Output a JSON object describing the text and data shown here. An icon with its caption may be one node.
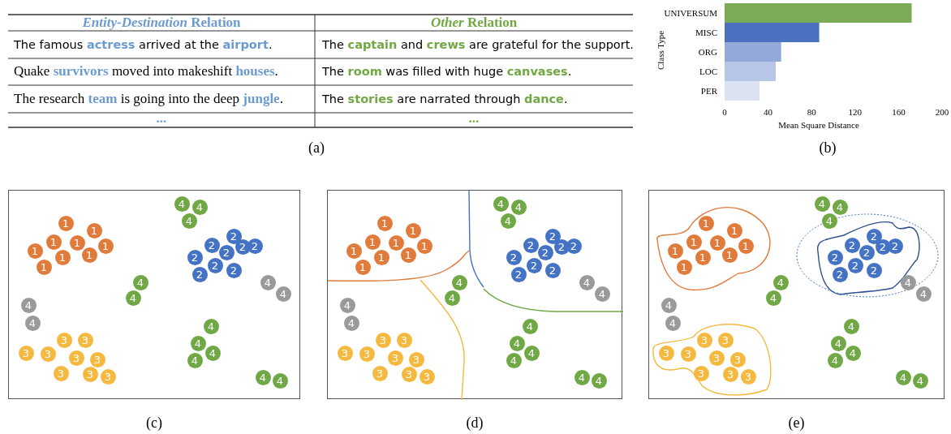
{
  "diagram": {
    "nodes": [
      {
        "text": [],
        "shape": "box",
        "beside": [
          "(c)"
        ]
      },
      {
        "text": [
          "1"
        ],
        "in": 0
      },
      {
        "text": [
          "1"
        ],
        "in": 0
      },
      {
        "text": [
          "1"
        ],
        "in": 0
      },
      {
        "text": [
          "1"
        ],
        "in": 0
      },
      {
        "text": [
          "1"
        ],
        "in": 0
      },
      {
        "text": [
          "1"
        ],
        "in": 0
      },
      {
        "text": [
          "1"
        ],
        "in": 0
      },
      {
        "text": [
          "1"
        ],
        "in": 0
      },
      {
        "text": [
          "1"
        ],
        "in": 0
      },
      {
        "text": [
          "2"
        ],
        "in": 0
      },
      {
        "text": [
          "2"
        ],
        "in": 0
      },
      {
        "text": [
          "2"
        ],
        "in": 0
      },
      {
        "text": [
          "2"
        ],
        "in": 0
      },
      {
        "text": [
          "2"
        ],
        "in": 0
      },
      {
        "text": [
          "2"
        ],
        "in": 0
      },
      {
        "text": [
          "2"
        ],
        "in": 0
      },
      {
        "text": [
          "2"
        ],
        "in": 0
      },
      {
        "text": [
          "2"
        ],
        "in": 0
      },
      {
        "text": [
          "4"
        ],
        "in": 0
      },
      {
        "text": [
          "4"
        ],
        "in": 0
      },
      {
        "text": [
          "4"
        ],
        "in": 0
      },
      {
        "text": [
          "4"
        ],
        "in": 0
      },
      {
        "text": [
          "4"
        ],
        "in": 0
      },
      {
        "text": [
          "4"
        ],
        "in": 0
      },
      {
        "text": [
          "4"
        ],
        "in": 0
      },
      {
        "text": [
          "4"
        ],
        "in": 0
      },
      {
        "text": [
          "4"
        ],
        "in": 0
      },
      {
        "text": [
          "4"
        ],
        "in": 0
      },
      {
        "text": [
          "4"
        ],
        "in": 0
      },
      {
        "text": [
          "4"
        ],
        "in": 0
      },
      {
        "text": [
          "4"
        ],
        "in": 0
      },
      {
        "text": [
          "4"
        ],
        "in": 0
      },
      {
        "text": [
          "4"
        ],
        "in": 0
      },
      {
        "text": [
          "3"
        ],
        "in": 0
      },
      {
        "text": [
          "3"
        ],
        "in": 0
      },
      {
        "text": [
          "3"
        ],
        "in": 0
      },
      {
        "text": [
          "3"
        ],
        "in": 0
      },
      {
        "text": [
          "3"
        ],
        "in": 0
      },
      {
        "text": [
          "3"
        ],
        "in": 0
      },
      {
        "text": [
          "3"
        ],
        "in": 0
      },
      {
        "text": [
          "3"
        ],
        "in": 0
      },
      {
        "text": [
          "3"
        ],
        "in": 0
      },
      {
        "text": [],
        "shape": "box",
        "beside": [
          "(d)"
        ]
      },
      {
        "text": [
          "1"
        ],
        "in": 43
      },
      {
        "text": [
          "1"
        ],
        "in": 43
      },
      {
        "text": [
          "1"
        ],
        "in": 43
      },
      {
        "text": [
          "1"
        ],
        "in": 43
      },
      {
        "text": [
          "1"
        ],
        "in": 43
      },
      {
        "text": [
          "1"
        ],
        "in": 43
      },
      {
        "text": [
          "1"
        ],
        "in": 43
      },
      {
        "text": [
          "1"
        ],
        "in": 43
      },
      {
        "text": [
          "1"
        ],
        "in": 43
      },
      {
        "text": [
          "2"
        ],
        "in": 43
      },
      {
        "text": [
          "2"
        ],
        "in": 43
      },
      {
        "text": [
          "2"
        ],
        "in": 43
      },
      {
        "text": [
          "2"
        ],
        "in": 43
      },
      {
        "text": [
          "2"
        ],
        "in": 43
      },
      {
        "text": [
          "2"
        ],
        "in": 43
      },
      {
        "text": [
          "2"
        ],
        "in": 43
      },
      {
        "text": [
          "2"
        ],
        "in": 43
      },
      {
        "text": [
          "2"
        ],
        "in": 43
      },
      {
        "text": [
          "4"
        ],
        "in": 43
      },
      {
        "text": [
          "4"
        ],
        "in": 43
      },
      {
        "text": [
          "4"
        ],
        "in": 43
      },
      {
        "text": [
          "4"
        ],
        "in": 43
      },
      {
        "text": [
          "4"
        ],
        "in": 43
      },
      {
        "text": [
          "4"
        ],
        "in": 43
      },
      {
        "text": [
          "4"
        ],
        "in": 43
      },
      {
        "text": [
          "4"
        ],
        "in": 43
      },
      {
        "text": [
          "4"
        ],
        "in": 43
      },
      {
        "text": [
          "4"
        ],
        "in": 43
      },
      {
        "text": [
          "4"
        ],
        "in": 43
      },
      {
        "text": [
          "4"
        ],
        "in": 43
      },
      {
        "text": [
          "4"
        ],
        "in": 43
      },
      {
        "text": [
          "4"
        ],
        "in": 43
      },
      {
        "text": [
          "4"
        ],
        "in": 43
      },
      {
        "text": [
          "3"
        ],
        "in": 43
      },
      {
        "text": [
          "3"
        ],
        "in": 43
      },
      {
        "text": [
          "3"
        ],
        "in": 43
      },
      {
        "text": [
          "3"
        ],
        "in": 43
      },
      {
        "text": [
          "3"
        ],
        "in": 43
      },
      {
        "text": [
          "3"
        ],
        "in": 43
      },
      {
        "text": [
          "3"
        ],
        "in": 43
      },
      {
        "text": [
          "3"
        ],
        "in": 43
      },
      {
        "text": [
          "3"
        ],
        "in": 43
      },
      {
        "text": [],
        "shape": "box",
        "beside": [
          "(e)"
        ]
      },
      {
        "text": [
          "1"
        ],
        "in": 86
      },
      {
        "text": [
          "1"
        ],
        "in": 86
      },
      {
        "text": [
          "1"
        ],
        "in": 86
      },
      {
        "text": [
          "1"
        ],
        "in": 86
      },
      {
        "text": [
          "1"
        ],
        "in": 86
      },
      {
        "text": [
          "1"
        ],
        "in": 86
      },
      {
        "text": [
          "1"
        ],
        "in": 86
      },
      {
        "text": [
          "1"
        ],
        "in": 86
      },
      {
        "text": [
          "1"
        ],
        "in": 86
      },
      {
        "text": [
          "2"
        ],
        "in": 86
      },
      {
        "text": [
          "2"
        ],
        "in": 86
      },
      {
        "text": [
          "2"
        ],
        "in": 86
      },
      {
        "text": [
          "2"
        ],
        "in": 86
      },
      {
        "text": [
          "2"
        ],
        "in": 86
      },
      {
        "text": [
          "2"
        ],
        "in": 86
      },
      {
        "text": [
          "2"
        ],
        "in": 86
      },
      {
        "text": [
          "2"
        ],
        "in": 86
      },
      {
        "text": [
          "2"
        ],
        "in": 86
      },
      {
        "text": [
          "4"
        ],
        "in": 86
      },
      {
        "text": [
          "4"
        ],
        "in": 86
      },
      {
        "text": [
          "4"
        ],
        "in": 86
      },
      {
        "text": [
          "4"
        ],
        "in": 86
      },
      {
        "text": [
          "4"
        ],
        "in": 86
      },
      {
        "text": [
          "4"
        ],
        "in": 86
      },
      {
        "text": [
          "4"
        ],
        "in": 86
      },
      {
        "text": [
          "4"
        ],
        "in": 86
      },
      {
        "text": [
          "4"
        ],
        "in": 86
      },
      {
        "text": [
          "4"
        ],
        "in": 86
      },
      {
        "text": [
          "4"
        ],
        "in": 86
      },
      {
        "text": [
          "4"
        ],
        "in": 86
      },
      {
        "text": [
          "4"
        ],
        "in": 86
      },
      {
        "text": [
          "4"
        ],
        "in": 86
      },
      {
        "text": [
          "4"
        ],
        "in": 86
      },
      {
        "text": [
          "3"
        ],
        "in": 86
      },
      {
        "text": [
          "3"
        ],
        "in": 86
      },
      {
        "text": [
          "3"
        ],
        "in": 86
      },
      {
        "text": [
          "3"
        ],
        "in": 86
      },
      {
        "text": [
          "3"
        ],
        "in": 86
      },
      {
        "text": [
          "3"
        ],
        "in": 86
      },
      {
        "text": [
          "3"
        ],
        "in": 86
      },
      {
        "text": [
          "3"
        ],
        "in": 86
      },
      {
        "text": [
          "3"
        ],
        "in": 86
      }
    ],
    "labels": [
      "*Entity-Destination* Relation",
      "*Other* Relation",
      "The famous **actress** arrived at the **airport**.",
      "The **captain** and **crews** are grateful for the support.",
      "Quake **survivors** moved into makeshift **houses**.",
      "The **room** was filled with huge **canvases**.",
      "The research **team** is going into the deep **jungle**.",
      "The **stories** are narrated through **dance**.",
      "...",
      "...",
      "(a)",
      "(b)"
    ],
    "chart_data": {
      "type": "bar",
      "orientation": "horizontal",
      "xlabel": "Mean Square Distance",
      "ylabel": "Class Type",
      "categories": [
        "UNIVERSUM",
        "MISC",
        "ORG",
        "LOC",
        "PER"
      ],
      "series": [
        {
          "color": "#7aab55",
          "values": [
            172,
            null,
            null,
            null,
            null
          ]
        },
        {
          "color": "#4a70bf",
          "values": [
            null,
            87,
            null,
            null,
            null
          ]
        },
        {
          "color": "#93a9d9",
          "values": [
            null,
            null,
            52,
            null,
            null
          ]
        },
        {
          "color": "#b7c6e6",
          "values": [
            null,
            null,
            null,
            47,
            null
          ]
        },
        {
          "color": "#dbe2f1",
          "values": [
            null,
            null,
            null,
            null,
            32
          ]
        }
      ],
      "xlim": [
        0,
        200
      ],
      "xticks": [
        0,
        40,
        80,
        120,
        160,
        200
      ]
    }
  }
}
